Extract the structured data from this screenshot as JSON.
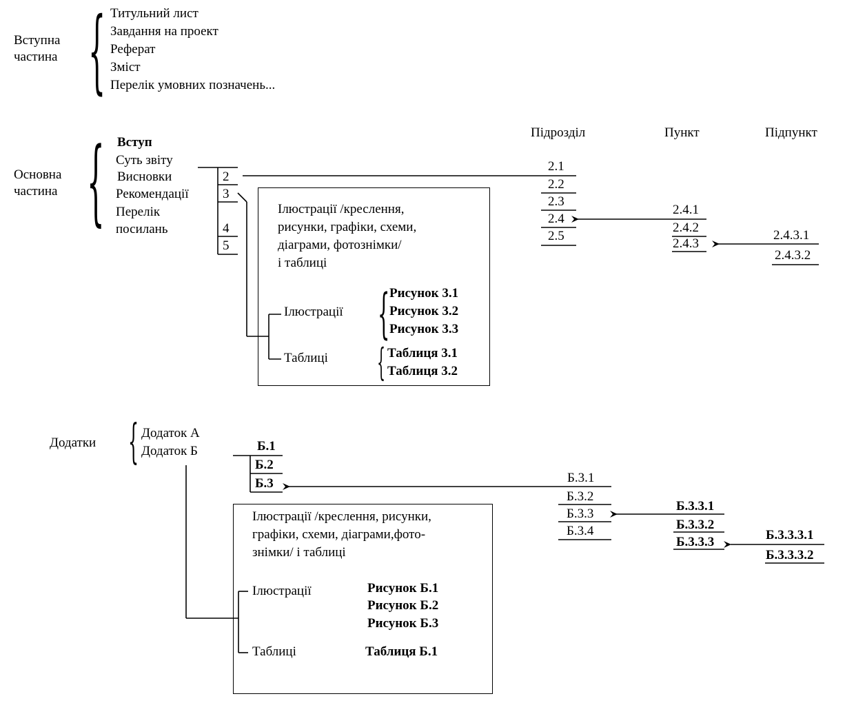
{
  "intro": {
    "label": [
      "Вступна",
      "частина"
    ],
    "items": [
      "Титульний лист",
      "Завдання на проект",
      "Реферат",
      "Зміст",
      "Перелік умовних позначень..."
    ]
  },
  "main": {
    "label": [
      "Основна",
      "частина"
    ],
    "items": [
      "Вступ",
      "Суть звіту",
      "Висновки",
      "Рекомендації",
      "Перелік",
      "посилань"
    ],
    "section_numbers": [
      "2",
      "3",
      "4",
      "5"
    ],
    "col_headers": [
      "Підрозділ",
      "Пункт",
      "Підпункт"
    ],
    "subsections": [
      "2.1",
      "2.2",
      "2.3",
      "2.4",
      "2.5"
    ],
    "points": [
      "2.4.1",
      "2.4.2",
      "2.4.3"
    ],
    "subpoints": [
      "2.4.3.1",
      "2.4.3.2"
    ],
    "box": {
      "title": [
        "Ілюстрації /креслення,",
        "рисунки, графіки, схеми,",
        "діаграми, фотознімки/",
        "і таблиці"
      ],
      "illustrations_label": "Ілюстрації",
      "tables_label": "Таблиці",
      "figures": [
        "Рисунок 3.1",
        "Рисунок 3.2",
        "Рисунок 3.3"
      ],
      "tables": [
        "Таблиця 3.1",
        "Таблиця 3.2"
      ]
    }
  },
  "appendix": {
    "label": "Додатки",
    "items": [
      "Додаток А",
      "Додаток Б"
    ],
    "sections": [
      "Б.1",
      "Б.2",
      "Б.3"
    ],
    "subsections": [
      "Б.3.1",
      "Б.3.2",
      "Б.3.3",
      "Б.3.4"
    ],
    "points": [
      "Б.3.3.1",
      "Б.3.3.2",
      "Б.3.3.3"
    ],
    "subpoints": [
      "Б.3.3.3.1",
      "Б.3.3.3.2"
    ],
    "box": {
      "title": [
        "Ілюстрації /креслення, рисунки,",
        "графіки, схеми, діаграми,фото-",
        "знімки/ і таблиці"
      ],
      "illustrations_label": "Ілюстрації",
      "tables_label": "Таблиці",
      "figures": [
        "Рисунок Б.1",
        "Рисунок Б.2",
        "Рисунок Б.3"
      ],
      "tables": [
        "Таблиця Б.1"
      ]
    }
  }
}
